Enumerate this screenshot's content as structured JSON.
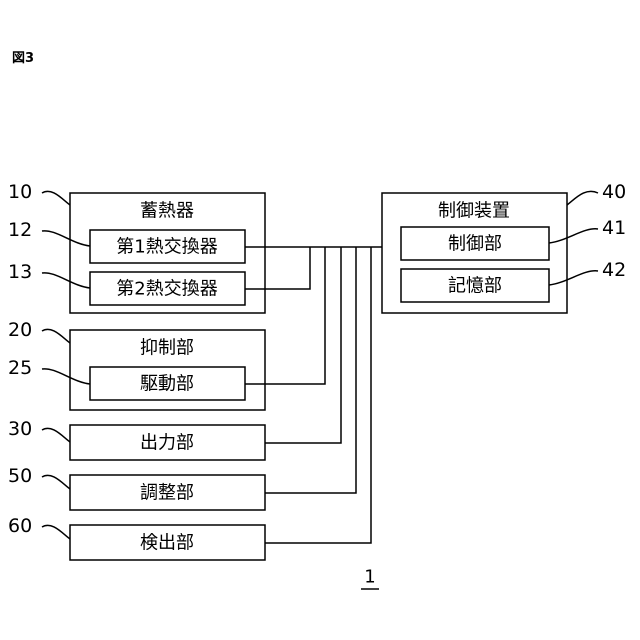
{
  "figure_label": "図3",
  "system_ref": "1",
  "blocks": {
    "heat_storage": {
      "ref": "10",
      "title": "蓄熱器"
    },
    "hx1": {
      "ref": "12",
      "title": "第1熱交換器"
    },
    "hx2": {
      "ref": "13",
      "title": "第2熱交換器"
    },
    "suppression": {
      "ref": "20",
      "title": "抑制部"
    },
    "drive": {
      "ref": "25",
      "title": "駆動部"
    },
    "output": {
      "ref": "30",
      "title": "出力部"
    },
    "adjust": {
      "ref": "50",
      "title": "調整部"
    },
    "detect": {
      "ref": "60",
      "title": "検出部"
    },
    "controller": {
      "ref": "40",
      "title": "制御装置"
    },
    "control_unit": {
      "ref": "41",
      "title": "制御部"
    },
    "memory_unit": {
      "ref": "42",
      "title": "記憶部"
    }
  }
}
